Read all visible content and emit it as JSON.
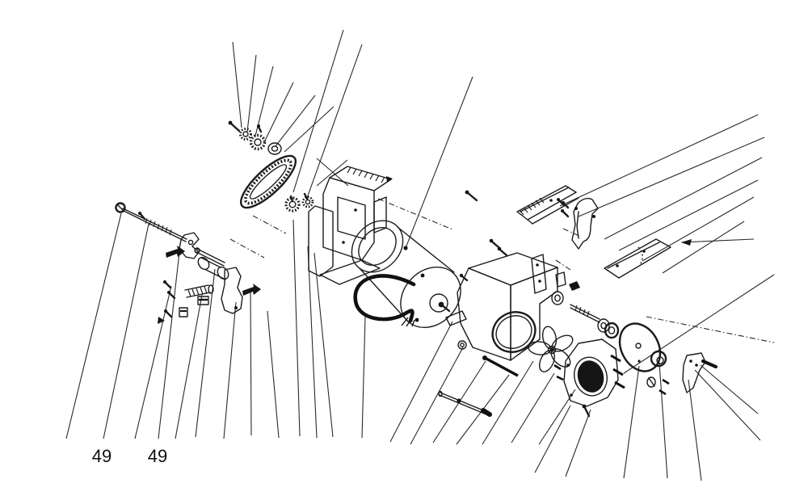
{
  "figure": {
    "background": "#ffffff",
    "ink_color": "#1b1b1b",
    "labels": [
      {
        "id": "callout-49-left",
        "text": "49"
      },
      {
        "id": "callout-49-right",
        "text": "49"
      }
    ]
  }
}
